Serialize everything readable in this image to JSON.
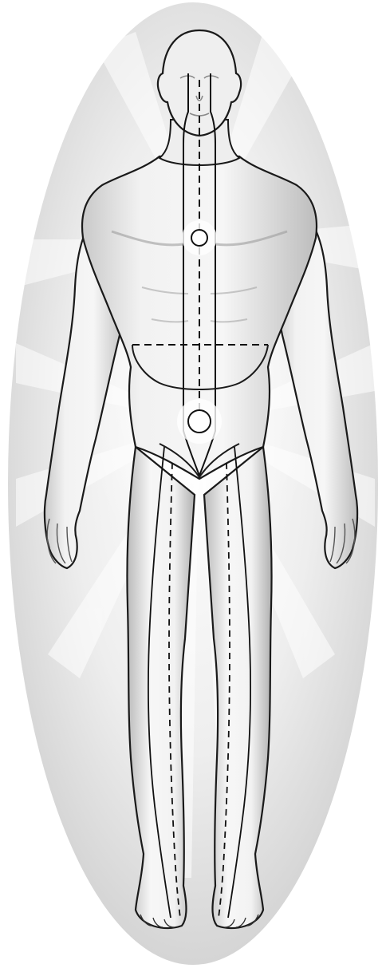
{
  "figure": {
    "subject": "standing-human-figure",
    "view": "front",
    "colors": {
      "background": "#ffffff",
      "aura_center": "#ffffff",
      "aura_edge": "#cfcfcf",
      "skin_light": "#f4f4f4",
      "skin_shadow": "#a8a8a8",
      "outline": "#1a1a1a",
      "channel_line": "#111111"
    },
    "markers": [
      {
        "name": "chest-center-point"
      },
      {
        "name": "lower-abdomen-point"
      }
    ],
    "guide_lines": [
      {
        "name": "central-channel",
        "style": "solid-pair"
      },
      {
        "name": "center-meridian",
        "style": "dashed"
      },
      {
        "name": "waist-line",
        "style": "dashed"
      },
      {
        "name": "leg-channels",
        "style": "solid-and-dashed"
      }
    ]
  }
}
